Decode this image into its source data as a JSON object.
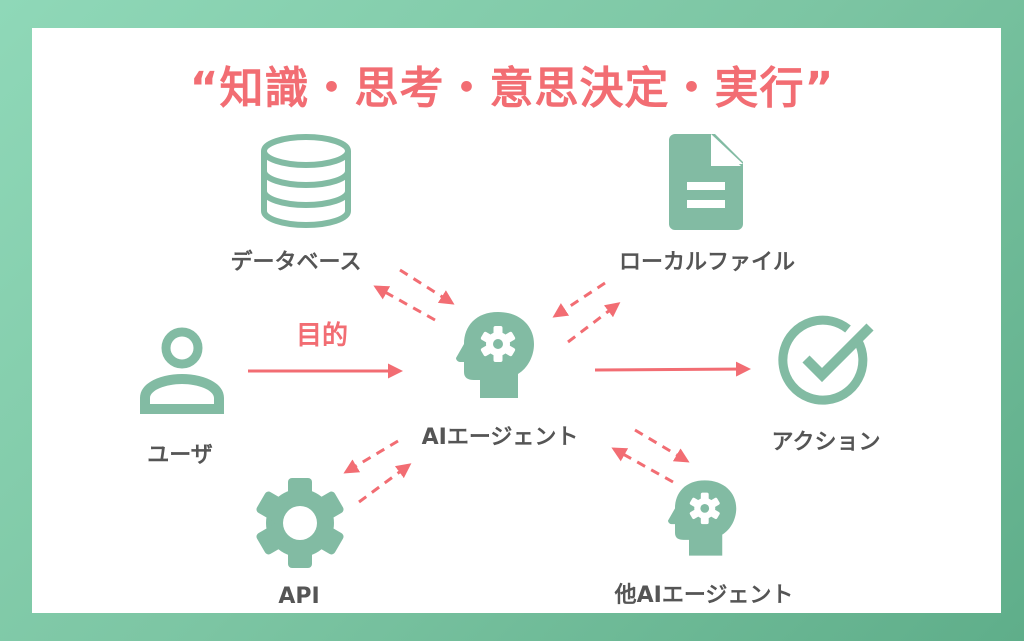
{
  "title": "“知識・思考・意思決定・実行”",
  "colors": {
    "accent": "#f26d73",
    "icon": "#82bba3",
    "label": "#555555",
    "frame_start": "#8fd8b8",
    "frame_end": "#5fae8a"
  },
  "nodes": {
    "database": {
      "label": "データベース",
      "icon": "database-icon"
    },
    "local_file": {
      "label": "ローカルファイル",
      "icon": "file-icon"
    },
    "user": {
      "label": "ユーザ",
      "icon": "user-icon"
    },
    "agent": {
      "label": "AIエージェント",
      "icon": "head-gear-icon"
    },
    "action": {
      "label": "アクション",
      "icon": "check-circle-icon"
    },
    "api": {
      "label": "API",
      "icon": "gear-icon"
    },
    "other_agent": {
      "label": "他AIエージェント",
      "icon": "head-gear-icon"
    }
  },
  "edges": [
    {
      "from": "user",
      "to": "agent",
      "style": "solid",
      "label": "目的"
    },
    {
      "from": "agent",
      "to": "action",
      "style": "solid"
    },
    {
      "from": "database",
      "to": "agent",
      "style": "dashed",
      "bidirectional": true
    },
    {
      "from": "local_file",
      "to": "agent",
      "style": "dashed",
      "bidirectional": true
    },
    {
      "from": "api",
      "to": "agent",
      "style": "dashed",
      "bidirectional": true
    },
    {
      "from": "other_agent",
      "to": "agent",
      "style": "dashed",
      "bidirectional": true
    }
  ]
}
